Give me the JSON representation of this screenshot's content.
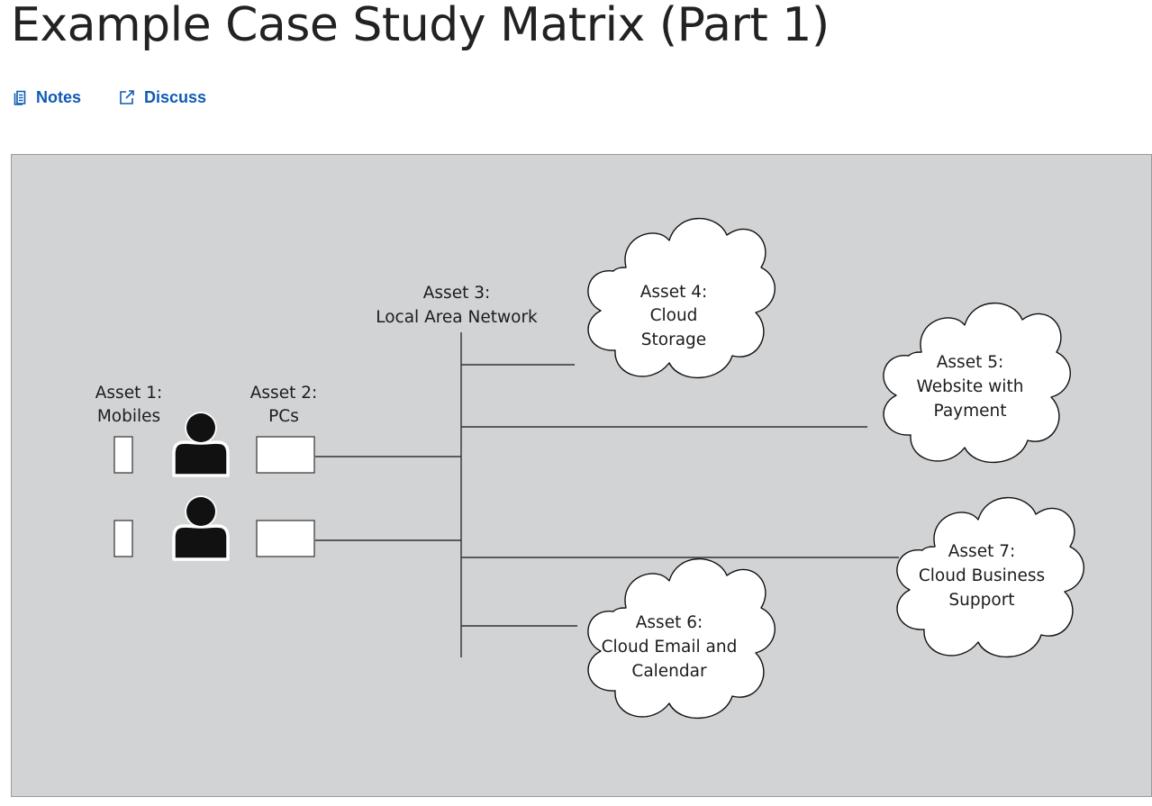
{
  "page": {
    "title": "Example Case Study Matrix (Part 1)"
  },
  "actions": {
    "notes_label": "Notes",
    "discuss_label": "Discuss",
    "notes_icon": "document-icon",
    "discuss_icon": "external-link-icon",
    "link_color": "#0f5bb5"
  },
  "diagram": {
    "background": "#d2d3d5",
    "assets": {
      "mobiles": {
        "line1": "Asset 1:",
        "line2": "Mobiles"
      },
      "pcs": {
        "line1": "Asset 2:",
        "line2": "PCs"
      },
      "lan": {
        "line1": "Asset 3:",
        "line2": "Local  Area Network"
      },
      "cloud_storage": {
        "line1": "Asset 4:",
        "line2": "Cloud",
        "line3": "Storage"
      },
      "website": {
        "line1": "Asset 5:",
        "line2": "Website with",
        "line3": "Payment"
      },
      "cloud_email": {
        "line1": "Asset 6:",
        "line2": "Cloud Email and",
        "line3": "Calendar"
      },
      "cloud_business": {
        "line1": "Asset 7:",
        "line2": "Cloud Business",
        "line3": "Support"
      }
    }
  }
}
